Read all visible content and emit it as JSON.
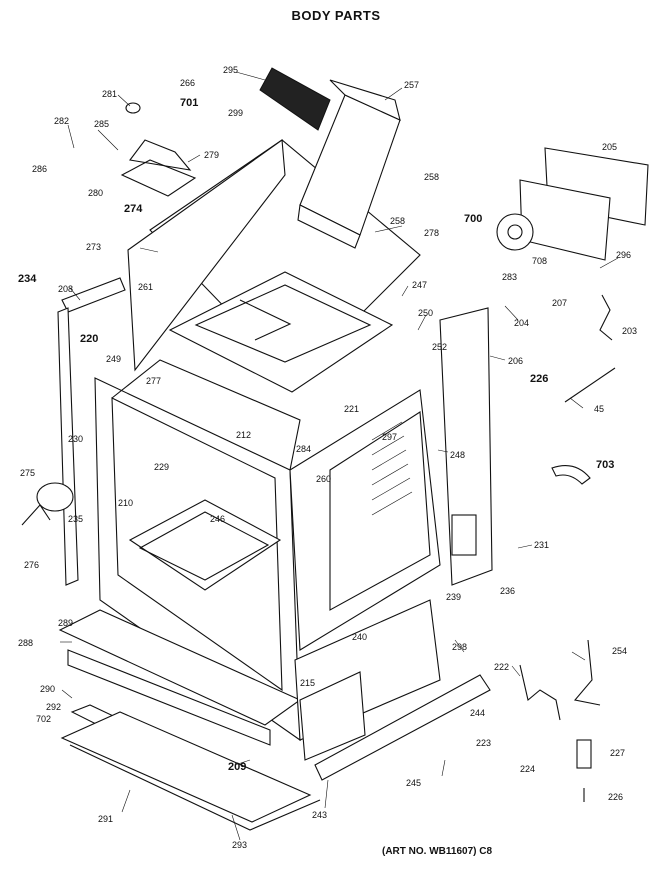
{
  "title": "BODY PARTS",
  "art_number": "(ART NO. WB11607) C8",
  "callouts": [
    {
      "id": "c295",
      "text": "295"
    },
    {
      "id": "c257",
      "text": "257"
    },
    {
      "id": "c266",
      "text": "266"
    },
    {
      "id": "c281",
      "text": "281"
    },
    {
      "id": "c701",
      "text": "701"
    },
    {
      "id": "c299",
      "text": "299"
    },
    {
      "id": "c282",
      "text": "282"
    },
    {
      "id": "c285",
      "text": "285"
    },
    {
      "id": "c279",
      "text": "279"
    },
    {
      "id": "c286",
      "text": "286"
    },
    {
      "id": "c280",
      "text": "280"
    },
    {
      "id": "c274",
      "text": "274"
    },
    {
      "id": "c205",
      "text": "205"
    },
    {
      "id": "c258a",
      "text": "258"
    },
    {
      "id": "c700",
      "text": "700"
    },
    {
      "id": "c258b",
      "text": "258"
    },
    {
      "id": "c278",
      "text": "278"
    },
    {
      "id": "c708",
      "text": "708"
    },
    {
      "id": "c296",
      "text": "296"
    },
    {
      "id": "c273",
      "text": "273"
    },
    {
      "id": "c234",
      "text": "234"
    },
    {
      "id": "c208",
      "text": "208"
    },
    {
      "id": "c261",
      "text": "261"
    },
    {
      "id": "c283",
      "text": "283"
    },
    {
      "id": "c247",
      "text": "247"
    },
    {
      "id": "c204",
      "text": "204"
    },
    {
      "id": "c207",
      "text": "207"
    },
    {
      "id": "c203",
      "text": "203"
    },
    {
      "id": "c220",
      "text": "220"
    },
    {
      "id": "c250",
      "text": "250"
    },
    {
      "id": "c252",
      "text": "252"
    },
    {
      "id": "c206",
      "text": "206"
    },
    {
      "id": "c249",
      "text": "249"
    },
    {
      "id": "c277",
      "text": "277"
    },
    {
      "id": "c226a",
      "text": "226"
    },
    {
      "id": "c45",
      "text": "45"
    },
    {
      "id": "c221",
      "text": "221"
    },
    {
      "id": "c212",
      "text": "212"
    },
    {
      "id": "c284",
      "text": "284"
    },
    {
      "id": "c297",
      "text": "297"
    },
    {
      "id": "c230",
      "text": "230"
    },
    {
      "id": "c229",
      "text": "229"
    },
    {
      "id": "c248",
      "text": "248"
    },
    {
      "id": "c703",
      "text": "703"
    },
    {
      "id": "c275",
      "text": "275"
    },
    {
      "id": "c260",
      "text": "260"
    },
    {
      "id": "c210",
      "text": "210"
    },
    {
      "id": "c246",
      "text": "246"
    },
    {
      "id": "c235",
      "text": "235"
    },
    {
      "id": "c276",
      "text": "276"
    },
    {
      "id": "c231",
      "text": "231"
    },
    {
      "id": "c239",
      "text": "239"
    },
    {
      "id": "c236",
      "text": "236"
    },
    {
      "id": "c289",
      "text": "289"
    },
    {
      "id": "c288",
      "text": "288"
    },
    {
      "id": "c240",
      "text": "240"
    },
    {
      "id": "c298",
      "text": "298"
    },
    {
      "id": "c254",
      "text": "254"
    },
    {
      "id": "c290",
      "text": "290"
    },
    {
      "id": "c222",
      "text": "222"
    },
    {
      "id": "c215",
      "text": "215"
    },
    {
      "id": "c292",
      "text": "292"
    },
    {
      "id": "c702",
      "text": "702"
    },
    {
      "id": "c244",
      "text": "244"
    },
    {
      "id": "c223",
      "text": "223"
    },
    {
      "id": "c227",
      "text": "227"
    },
    {
      "id": "c209",
      "text": "209"
    },
    {
      "id": "c224",
      "text": "224"
    },
    {
      "id": "c245",
      "text": "245"
    },
    {
      "id": "c291",
      "text": "291"
    },
    {
      "id": "c243",
      "text": "243"
    },
    {
      "id": "c226b",
      "text": "226"
    },
    {
      "id": "c293",
      "text": "293"
    }
  ]
}
